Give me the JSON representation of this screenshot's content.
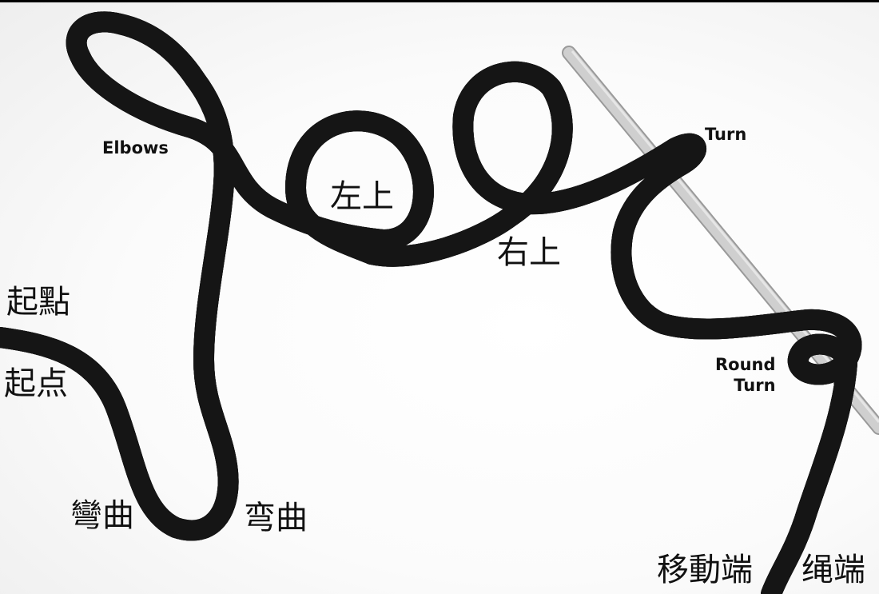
{
  "labels": {
    "elbows": "Elbows",
    "turn": "Turn",
    "round_turn_line1": "Round",
    "round_turn_line2": "Turn",
    "upper_left": "左上",
    "upper_right": "右上",
    "start_traditional": "起點",
    "start_simplified": "起点",
    "bend_traditional": "彎曲",
    "bend_simplified": "弯曲",
    "working_end_traditional": "移動端",
    "working_end_simplified": "绳端"
  },
  "colors": {
    "rope_fill": "#ffffff",
    "rope_edge": "#151515",
    "rod": "#c8c8c8",
    "text": "#111111"
  }
}
